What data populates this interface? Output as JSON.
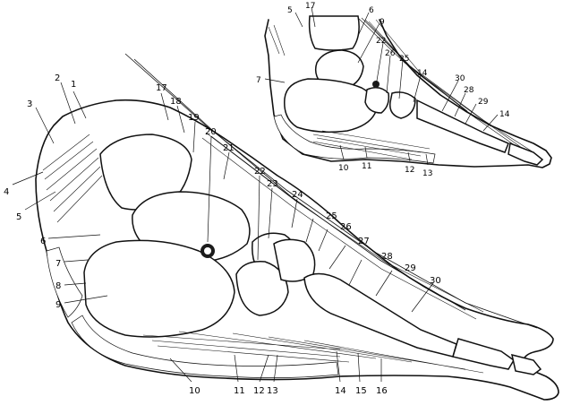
{
  "main_labels": [
    {
      "id": "m1",
      "text": "1"
    },
    {
      "id": "m2",
      "text": "2"
    },
    {
      "id": "m3",
      "text": "3"
    },
    {
      "id": "m4",
      "text": "4"
    },
    {
      "id": "m5",
      "text": "5"
    },
    {
      "id": "m6",
      "text": "6"
    },
    {
      "id": "m7",
      "text": "7"
    },
    {
      "id": "m8",
      "text": "8"
    },
    {
      "id": "m9",
      "text": "9"
    },
    {
      "id": "m10",
      "text": "10"
    },
    {
      "id": "m11",
      "text": "11"
    },
    {
      "id": "m12",
      "text": "12"
    },
    {
      "id": "m13",
      "text": "13"
    },
    {
      "id": "m14",
      "text": "14"
    },
    {
      "id": "m15",
      "text": "15"
    },
    {
      "id": "m16",
      "text": "16"
    },
    {
      "id": "m17",
      "text": "17"
    },
    {
      "id": "m18",
      "text": "18"
    },
    {
      "id": "m19",
      "text": "19"
    },
    {
      "id": "m20",
      "text": "20"
    },
    {
      "id": "m21",
      "text": "21"
    },
    {
      "id": "m22",
      "text": "22"
    },
    {
      "id": "m23",
      "text": "23"
    },
    {
      "id": "m24",
      "text": "24"
    },
    {
      "id": "m25",
      "text": "25"
    },
    {
      "id": "m26",
      "text": "26"
    },
    {
      "id": "m27",
      "text": "27"
    },
    {
      "id": "m28",
      "text": "28"
    },
    {
      "id": "m29",
      "text": "29"
    },
    {
      "id": "m30",
      "text": "30"
    }
  ],
  "inset_labels": [
    {
      "id": "i5",
      "text": "5"
    },
    {
      "id": "i17",
      "text": "17"
    },
    {
      "id": "i6",
      "text": "6"
    },
    {
      "id": "i9",
      "text": "9"
    },
    {
      "id": "i7",
      "text": "7"
    },
    {
      "id": "i22",
      "text": "22"
    },
    {
      "id": "i26",
      "text": "26"
    },
    {
      "id": "i25",
      "text": "25"
    },
    {
      "id": "i14a",
      "text": "14"
    },
    {
      "id": "i30",
      "text": "30"
    },
    {
      "id": "i28",
      "text": "28"
    },
    {
      "id": "i29",
      "text": "29"
    },
    {
      "id": "i14b",
      "text": "14"
    },
    {
      "id": "i10",
      "text": "10"
    },
    {
      "id": "i11",
      "text": "11"
    },
    {
      "id": "i12",
      "text": "12"
    },
    {
      "id": "i13",
      "text": "13"
    }
  ]
}
